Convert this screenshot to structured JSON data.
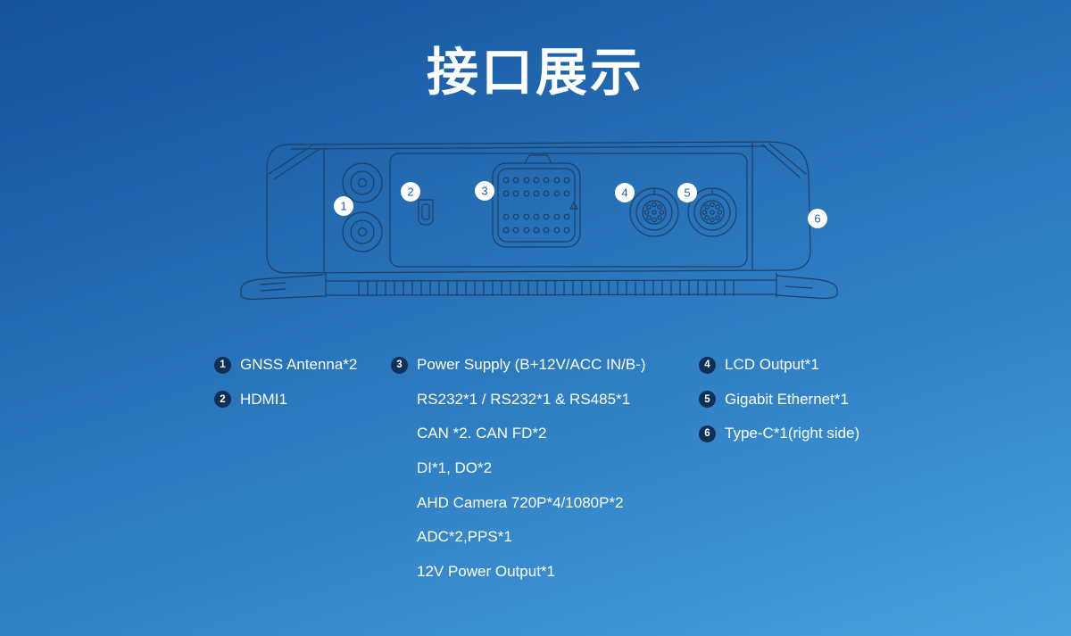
{
  "page": {
    "title": "接口展示"
  },
  "diagram": {
    "callouts": [
      "1",
      "2",
      "3",
      "4",
      "5",
      "6"
    ]
  },
  "legend": {
    "col1": [
      {
        "num": "1",
        "text": "GNSS Antenna*2"
      },
      {
        "num": "2",
        "text": "HDMI1"
      }
    ],
    "col2": {
      "num": "3",
      "lines": [
        "Power Supply (B+12V/ACC IN/B-)",
        "RS232*1 / RS232*1 & RS485*1",
        "CAN *2. CAN FD*2",
        "DI*1, DO*2",
        "AHD Camera 720P*4/1080P*2",
        "ADC*2,PPS*1",
        "12V Power Output*1"
      ]
    },
    "col3": [
      {
        "num": "4",
        "text": "LCD Output*1"
      },
      {
        "num": "5",
        "text": "Gigabit Ethernet*1"
      },
      {
        "num": "6",
        "text": "Type-C*1(right side)"
      }
    ]
  },
  "colors": {
    "background_top": "#14529c",
    "background_bottom": "#47a1dd",
    "line_art": "#203f66",
    "bullet": "#0d3056",
    "callout_number": "#1d5fa4",
    "text": "#ffffff"
  }
}
